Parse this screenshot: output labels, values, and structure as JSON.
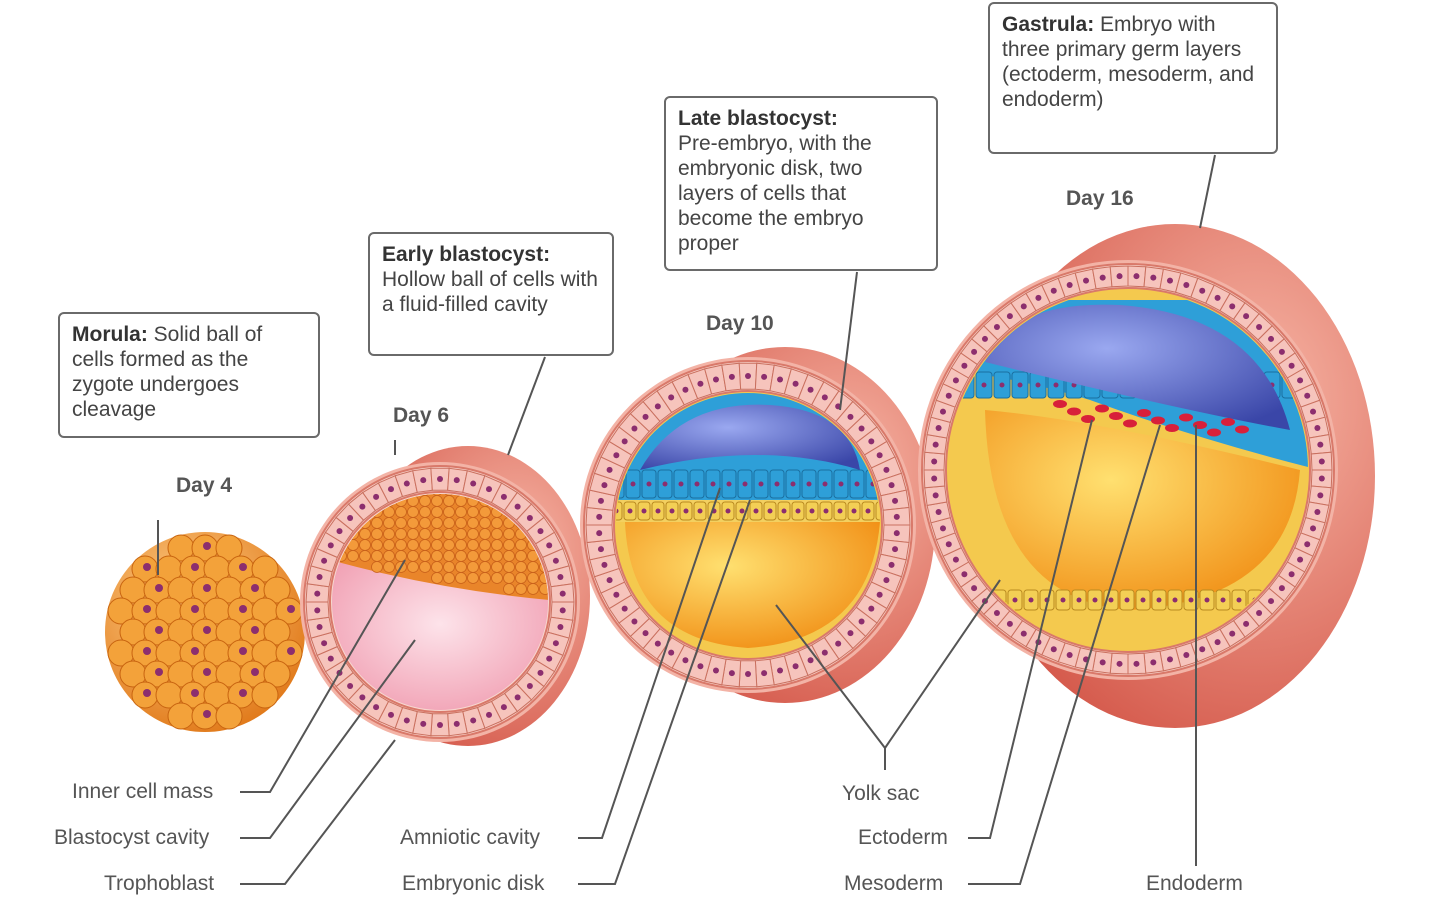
{
  "stages": [
    {
      "term": "Morula:",
      "desc": "Solid ball of cells formed as the zygote undergoes cleavage",
      "day": "Day 4"
    },
    {
      "term": "Early blastocyst:",
      "desc": "Hollow ball of cells with a fluid-filled cavity",
      "day": "Day 6"
    },
    {
      "term": "Late blastocyst:",
      "desc": "Pre-embryo, with the embryonic disk, two layers of cells that become the embryo proper",
      "day": "Day 10"
    },
    {
      "term": "Gastrula:",
      "desc": "Embryo with three primary germ layers (ectoderm, mesoderm, and endoderm)",
      "day": "Day 16"
    }
  ],
  "labels": {
    "inner_cell_mass": "Inner cell mass",
    "blastocyst_cavity": "Blastocyst cavity",
    "trophoblast": "Trophoblast",
    "amniotic_cavity": "Amniotic cavity",
    "embryonic_disk": "Embryonic disk",
    "yolk_sac": "Yolk sac",
    "ectoderm": "Ectoderm",
    "mesoderm": "Mesoderm",
    "endoderm": "Endoderm"
  },
  "colors": {
    "outer_shell": "#e98572",
    "trophoblast_cells": "#f6c4bc",
    "cell_nucleus": "#8c2e6e",
    "morula_cells": "#f3a23a",
    "blastocyst_cavity": "#f7b0c0",
    "amniotic_cavity": "#5566c8",
    "ectoderm": "#2e9fd8",
    "endoderm": "#f3cf55",
    "yolk_sac": "#f5a81e",
    "mesoderm": "#d8203a"
  }
}
